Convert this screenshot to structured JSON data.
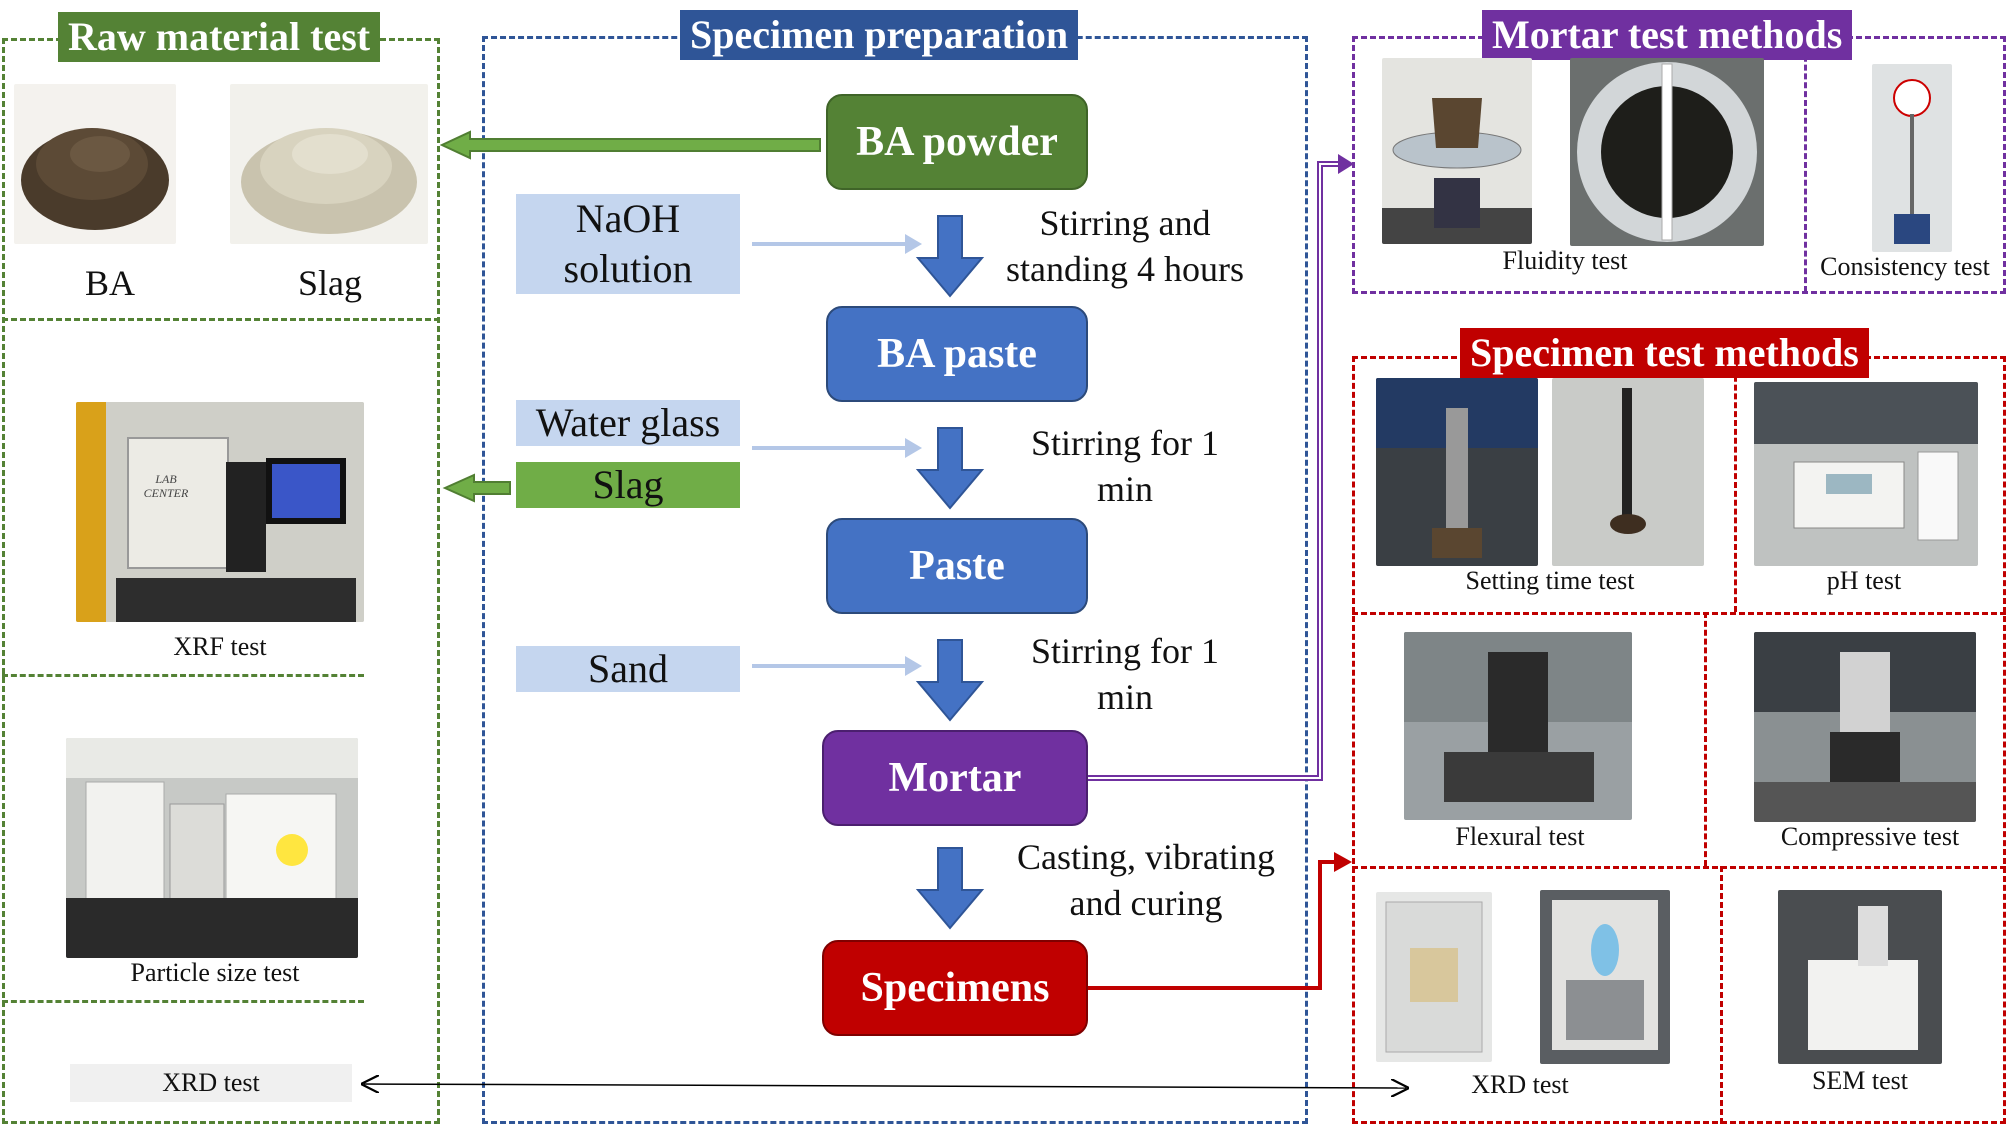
{
  "sections": {
    "raw": "Raw material test",
    "prep": "Specimen preparation",
    "mortar": "Mortar test methods",
    "specimen": "Specimen test methods"
  },
  "flow": {
    "ba_powder": "BA powder",
    "ba_paste": "BA paste",
    "paste": "Paste",
    "mortar": "Mortar",
    "specimens": "Specimens"
  },
  "reagents": {
    "naoh": "NaOH solution",
    "water_glass": "Water glass",
    "slag": "Slag",
    "sand": "Sand"
  },
  "steps": {
    "s1": "Stirring and standing 4 hours",
    "s2": "Stirring for 1 min",
    "s3": "Stirring for 1 min",
    "s4": "Casting, vibrating and curing"
  },
  "captions": {
    "ba": "BA",
    "slag": "Slag",
    "xrf": "XRF test",
    "particle": "Particle size test",
    "xrd_left": "XRD test",
    "fluidity": "Fluidity test",
    "consistency": "Consistency test",
    "setting": "Setting time test",
    "ph": "pH test",
    "flexural": "Flexural test",
    "compressive": "Compressive test",
    "xrd_right": "XRD test",
    "sem": "SEM test"
  },
  "photo_text": {
    "lab_center": "LAB CENTER"
  },
  "colors": {
    "green": "#548235",
    "blue": "#4472c4",
    "purple": "#7030a0",
    "red": "#c00000",
    "light_blue": "#c5d6ef",
    "dash_green": "#548235",
    "dash_blue": "#2f5597",
    "dash_purple": "#7030a0",
    "dash_red": "#c00000"
  }
}
